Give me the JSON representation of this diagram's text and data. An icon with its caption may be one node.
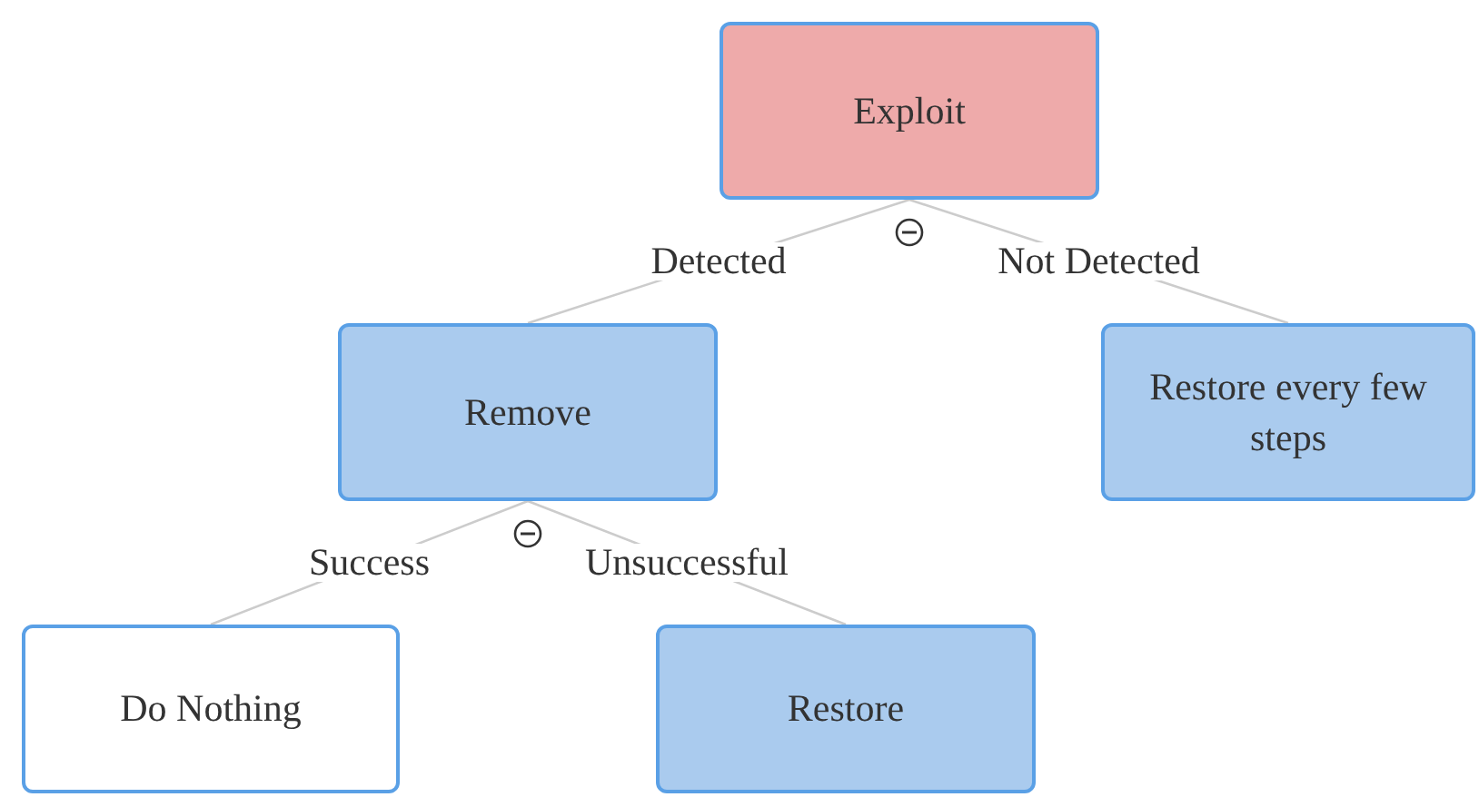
{
  "diagram": {
    "nodes": [
      {
        "text": [
          "Exploit"
        ]
      },
      {
        "text": [
          "Remove"
        ]
      },
      {
        "text": [
          "Restore every few steps"
        ]
      },
      {
        "text": [
          "Do Nothing"
        ]
      },
      {
        "text": [
          "Restore"
        ]
      }
    ],
    "edges": [
      {
        "from": 0,
        "to": 1,
        "arrow": "none",
        "label": "Detected"
      },
      {
        "from": 0,
        "to": 2,
        "arrow": "none",
        "label": "Not Detected"
      },
      {
        "from": 1,
        "to": 3,
        "arrow": "none",
        "label": "Success"
      },
      {
        "from": 1,
        "to": 4,
        "arrow": "none",
        "label": "Unsuccessful"
      }
    ]
  }
}
